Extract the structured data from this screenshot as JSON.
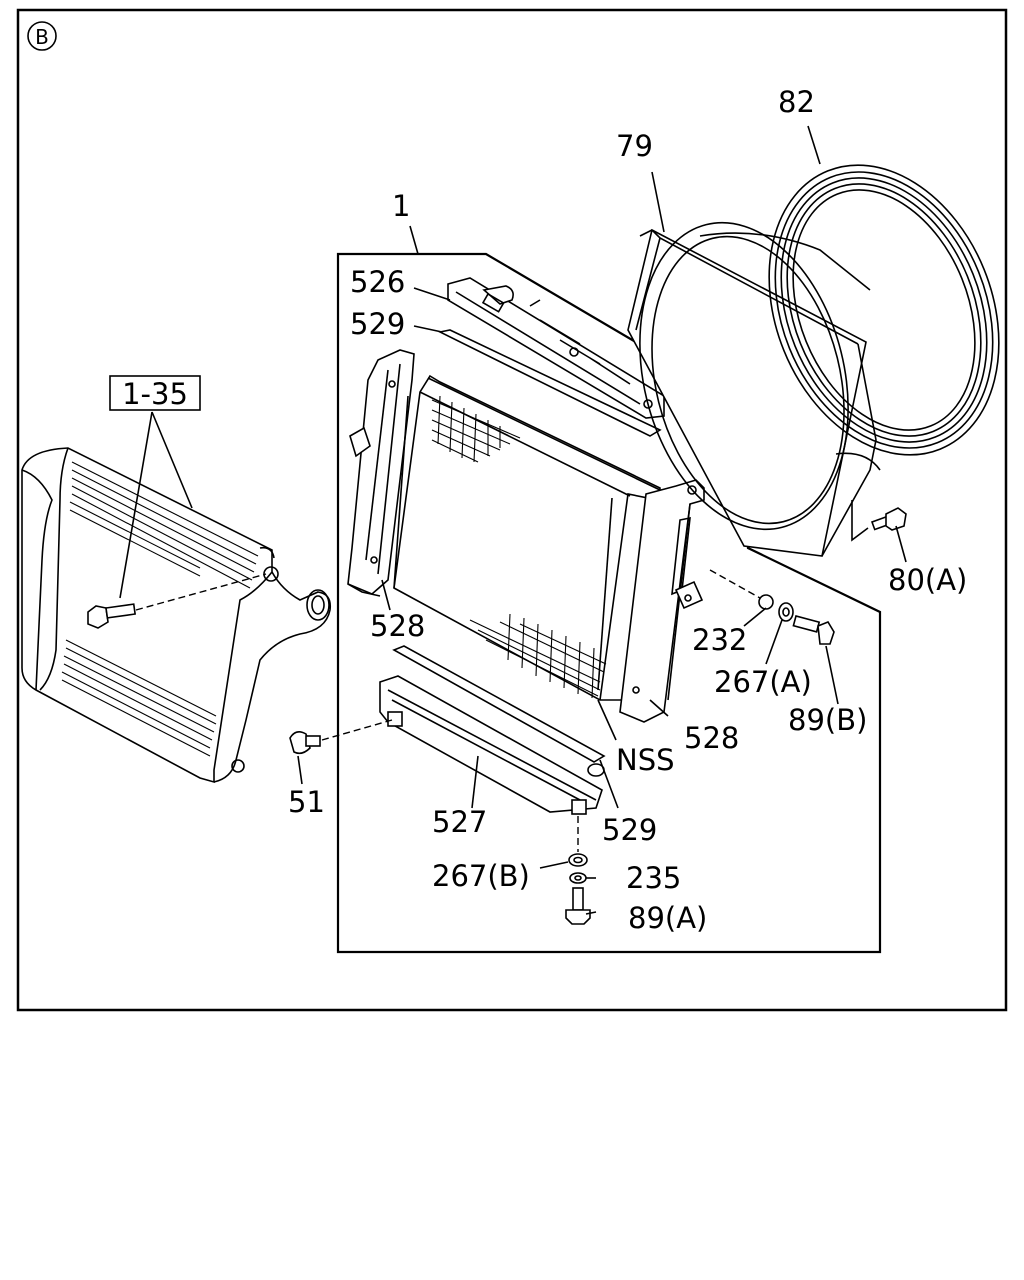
{
  "diagram": {
    "view_marker": "B",
    "group_ref": "1-35",
    "labels": {
      "p1": "1",
      "p526": "526",
      "p529_top": "529",
      "p528_left": "528",
      "p528_right": "528",
      "p527": "527",
      "p529_bottom": "529",
      "nss": "NSS",
      "p79": "79",
      "p82": "82",
      "p80a": "80(A)",
      "p232": "232",
      "p267a": "267(A)",
      "p89b": "89(B)",
      "p51": "51",
      "p267b": "267(B)",
      "p235": "235",
      "p89a": "89(A)"
    }
  }
}
